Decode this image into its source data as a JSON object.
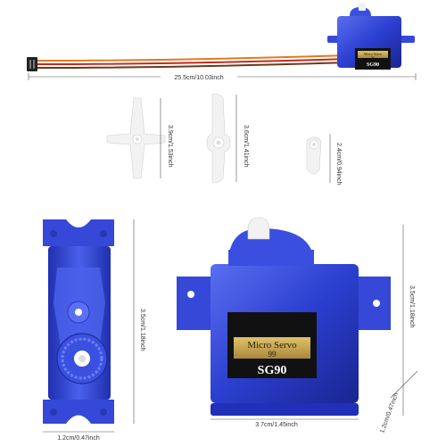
{
  "colors": {
    "servo_blue": "#2b3fd0",
    "servo_blue_light": "#6b7ff0",
    "servo_blue_dark": "#1a2590",
    "label_gold": "#c8a84a",
    "label_black": "#111111",
    "horn_white": "#f2f2f2",
    "wire_orange": "#e07a20",
    "wire_red": "#c8281e",
    "wire_brown": "#6a3a1a",
    "dim_line": "#555555"
  },
  "dimensions": {
    "cable_length": "25.5cm/10.03inch",
    "horn_long": "3.9cm/1.53inch",
    "horn_medium": "3.6cm/1.41inch",
    "horn_short": "2.4cm/0.94inch",
    "servo_height_side": "3.5cm/1.18inch",
    "servo_width_side": "1.2cm/0.47inch",
    "servo_height_front": "3.5cm/1.18inch",
    "servo_width_front": "3.7cm/1.45inch",
    "servo_depth_front": "1.2cm/0.47inch"
  },
  "label": {
    "line1": "Micro Servo",
    "line2": "99",
    "model": "SG90"
  },
  "small_label": {
    "line1": "Micro Servo",
    "line2": "99",
    "model": "SG90"
  }
}
